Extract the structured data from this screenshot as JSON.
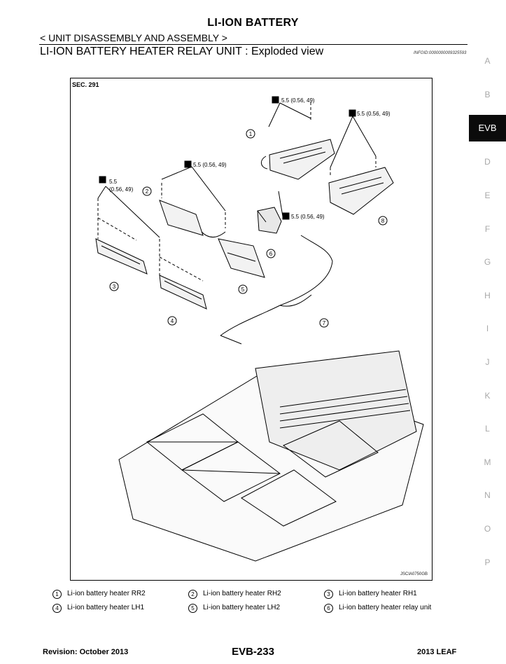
{
  "header": {
    "title": "LI-ION BATTERY",
    "subtitle": "< UNIT DISASSEMBLY AND ASSEMBLY >",
    "section_heading": "LI-ION BATTERY HEATER RELAY UNIT : Exploded view",
    "info_id": "INFOID:0000000009325593"
  },
  "side_tabs": [
    "A",
    "B",
    "EVB",
    "D",
    "E",
    "F",
    "G",
    "H",
    "I",
    "J",
    "K",
    "L",
    "M",
    "N",
    "O",
    "P"
  ],
  "active_tab": "EVB",
  "figure": {
    "section_code": "SEC. 291",
    "figure_ref": "JSCIA0750GB",
    "torque_labels": {
      "t1": "5.5 (0.56, 49)",
      "t2": "5.5 (0.56, 49)",
      "t3": "5.5 (0.56, 49)",
      "t4_line1": "5.5",
      "t4_line2": "(0.56, 49)",
      "t5": "5.5 (0.56, 49)"
    },
    "callouts": [
      "1",
      "2",
      "3",
      "4",
      "5",
      "6",
      "7",
      "8"
    ]
  },
  "legend": [
    {
      "num": "1",
      "label": "Li-ion battery heater RR2"
    },
    {
      "num": "2",
      "label": "Li-ion battery heater RH2"
    },
    {
      "num": "3",
      "label": "Li-ion battery heater RH1"
    },
    {
      "num": "4",
      "label": "Li-ion battery heater LH1"
    },
    {
      "num": "5",
      "label": "Li-ion battery heater LH2"
    },
    {
      "num": "6",
      "label": "Li-ion battery heater relay unit"
    }
  ],
  "footer": {
    "revision": "Revision: October 2013",
    "page": "EVB-233",
    "model": "2013 LEAF"
  }
}
